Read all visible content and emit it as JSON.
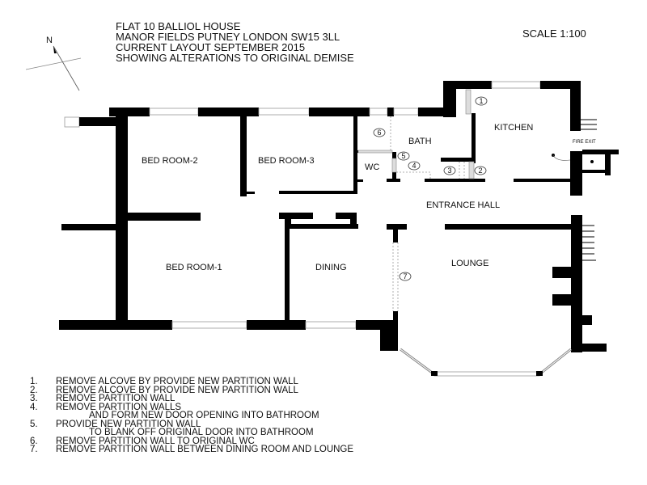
{
  "title_block": {
    "lines": [
      "FLAT 10 BALLIOL HOUSE",
      "MANOR FIELDS PUTNEY LONDON SW15 3LL",
      "CURRENT LAYOUT SEPTEMBER 2015",
      "SHOWING ALTERATIONS TO ORIGINAL DEMISE"
    ],
    "scale": "SCALE  1:100"
  },
  "compass": {
    "label": "N"
  },
  "rooms": {
    "bed2": "BED ROOM-2",
    "bed3": "BED ROOM-3",
    "wc": "WC",
    "bath": "BATH",
    "kitchen": "KITCHEN",
    "fire_exit": "FIRE EXIT",
    "entrance": "ENTRANCE HALL",
    "bed1": "BED ROOM-1",
    "dining": "DINING",
    "lounge": "LOUNGE"
  },
  "markers": [
    "1",
    "2",
    "3",
    "4",
    "5",
    "6",
    "7"
  ],
  "notes": [
    {
      "num": "1.",
      "text": "REMOVE ALCOVE BY PROVIDE NEW PARTITION WALL"
    },
    {
      "num": "2.",
      "text": "REMOVE ALCOVE BY PROVIDE NEW PARTITION WALL"
    },
    {
      "num": "3.",
      "text": "REMOVE PARTITION WALL"
    },
    {
      "num": "4.",
      "text": "REMOVE PARTITION WALLS",
      "cont": "AND FORM NEW DOOR OPENING INTO BATHROOM"
    },
    {
      "num": "5.",
      "text": "PROVIDE NEW PARTITION WALL",
      "cont": "TO BLANK OFF ORIGINAL DOOR INTO BATHROOM"
    },
    {
      "num": "6.",
      "text": "REMOVE PARTITION WALL TO ORIGINAL WC"
    },
    {
      "num": "7.",
      "text": "REMOVE PARTITION WALL BETWEEN DINING ROOM AND LOUNGE"
    }
  ]
}
